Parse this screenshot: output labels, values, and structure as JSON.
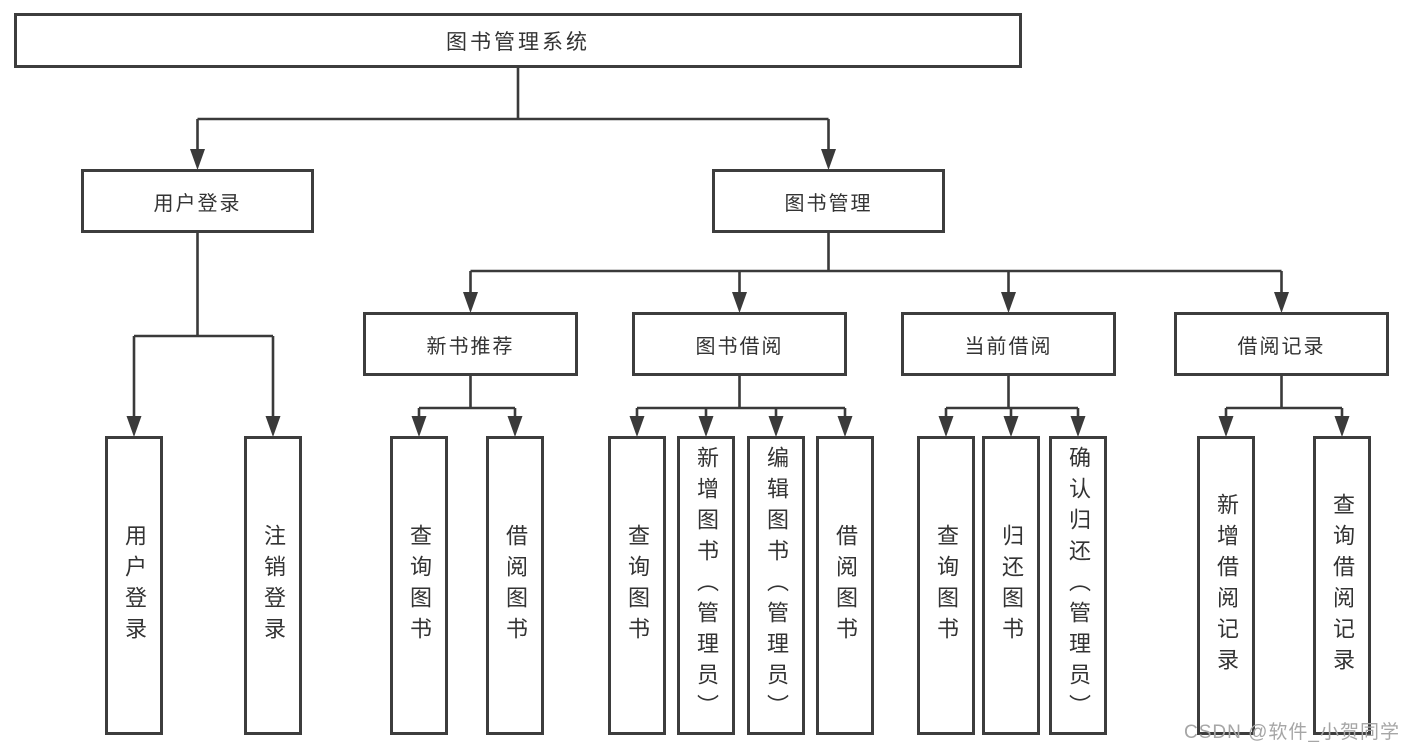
{
  "colors": {
    "line": "#3a3a3a",
    "box_border": "#3d3d3d",
    "box_fill": "#ffffff",
    "text": "#333333",
    "watermark": "#a6a6a6"
  },
  "watermark": "CSDN @软件_小贺同学",
  "tree": {
    "root": "图书管理系统",
    "user_login": {
      "label": "用户登录",
      "leaves": [
        "用户登录",
        "注销登录"
      ]
    },
    "book_mgmt": {
      "label": "图书管理",
      "groups": [
        {
          "label": "新书推荐",
          "leaves": [
            "查询图书",
            "借阅图书"
          ]
        },
        {
          "label": "图书借阅",
          "leaves": [
            "查询图书",
            "新增图书（管理员）",
            "编辑图书（管理员）",
            "借阅图书"
          ]
        },
        {
          "label": "当前借阅",
          "leaves": [
            "查询图书",
            "归还图书",
            "确认归还（管理员）"
          ]
        },
        {
          "label": "借阅记录",
          "leaves": [
            "新增借阅记录",
            "查询借阅记录"
          ]
        }
      ]
    }
  }
}
